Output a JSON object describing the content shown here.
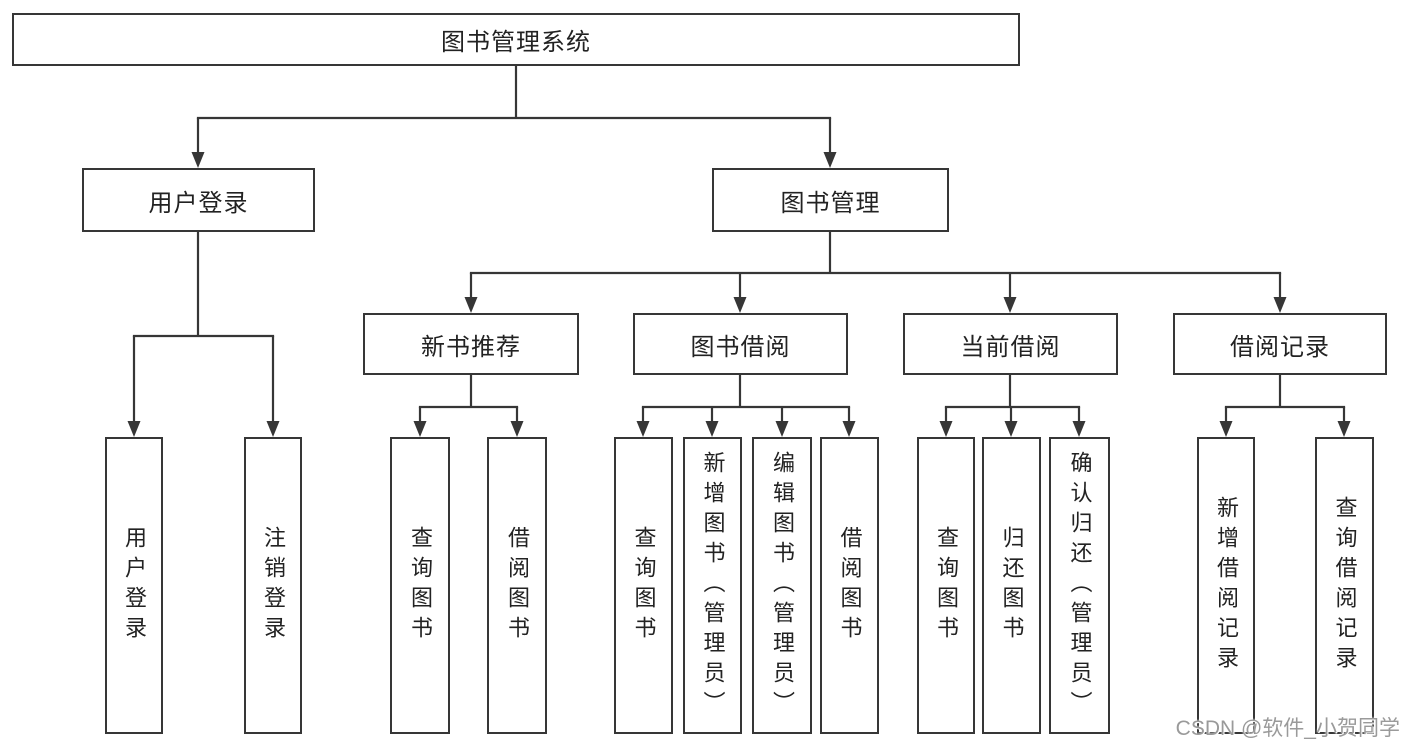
{
  "diagram_title": "图书管理系统",
  "tree": {
    "label": "图书管理系统",
    "children": [
      {
        "label": "用户登录",
        "children": [
          {
            "label": "用户登录"
          },
          {
            "label": "注销登录"
          }
        ]
      },
      {
        "label": "图书管理",
        "children": [
          {
            "label": "新书推荐",
            "children": [
              {
                "label": "查询图书"
              },
              {
                "label": "借阅图书"
              }
            ]
          },
          {
            "label": "图书借阅",
            "children": [
              {
                "label": "查询图书"
              },
              {
                "label": "新增图书（管理员）"
              },
              {
                "label": "编辑图书（管理员）"
              },
              {
                "label": "借阅图书"
              }
            ]
          },
          {
            "label": "当前借阅",
            "children": [
              {
                "label": "查询图书"
              },
              {
                "label": "归还图书"
              },
              {
                "label": "确认归还（管理员）"
              }
            ]
          },
          {
            "label": "借阅记录",
            "children": [
              {
                "label": "新增借阅记录"
              },
              {
                "label": "查询借阅记录"
              }
            ]
          }
        ]
      }
    ]
  },
  "watermark": {
    "text": "CSDN @软件_小贺同学"
  },
  "colors": {
    "line": "#363636",
    "text": "#222222",
    "background": "#ffffff",
    "watermark": "#9a9a9a"
  }
}
